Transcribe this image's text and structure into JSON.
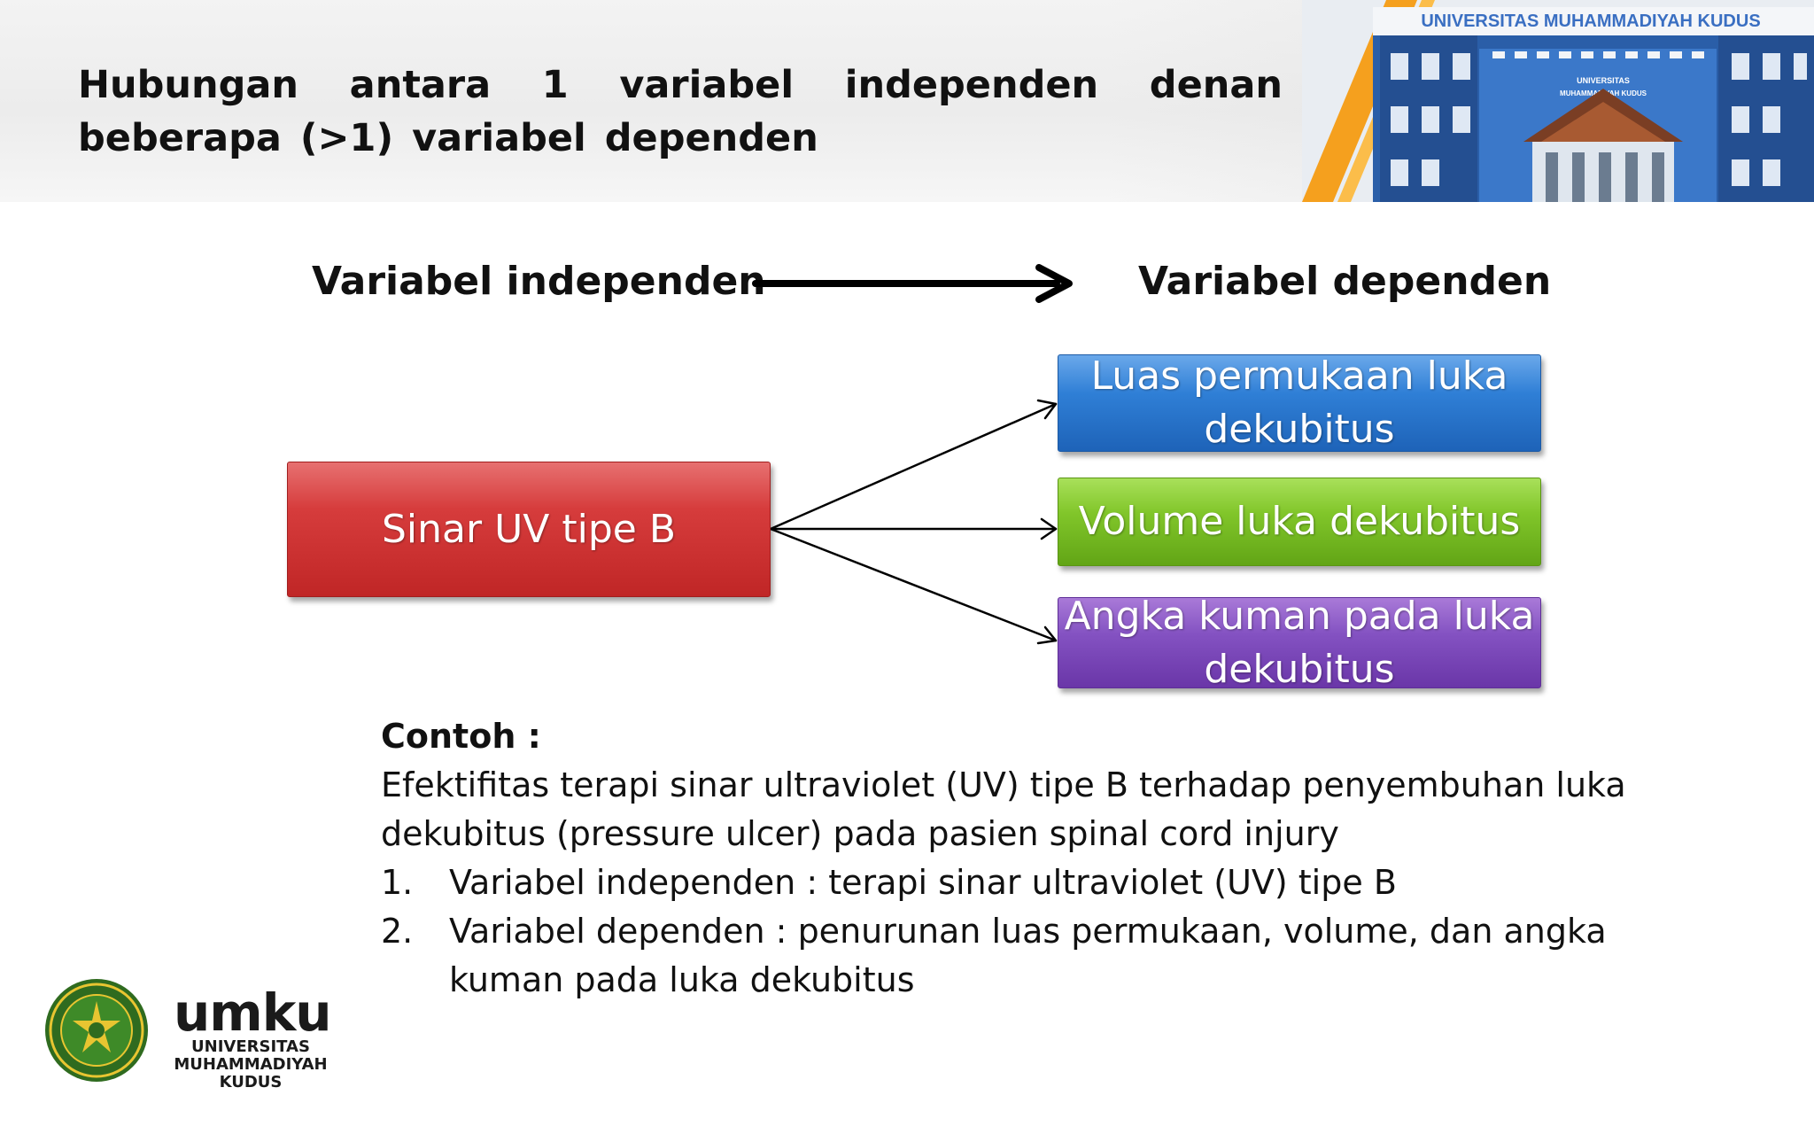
{
  "slide": {
    "title": "Hubungan antara 1 variabel independen denan beberapa (>1) variabel dependen"
  },
  "header_image": {
    "sign_text": "UNIVERSITAS MUHAMMADIYAH KUDUS",
    "facade_text_1": "UNIVERSITAS",
    "facade_text_2": "MUHAMMADIYAH KUDUS"
  },
  "diagram": {
    "independent_heading": "Variabel independen",
    "dependent_heading": "Variabel dependen",
    "independent_box": "Sinar UV tipe B",
    "dependent_boxes": [
      {
        "label": "Luas permukaan luka dekubitus",
        "color": "#2f7fd6"
      },
      {
        "label": "Volume luka dekubitus",
        "color": "#81c62a"
      },
      {
        "label": "Angka kuman pada luka dekubitus",
        "color": "#8452c2"
      }
    ],
    "independent_color": "#d63c3c"
  },
  "example": {
    "label": "Contoh :",
    "text": "Efektifitas terapi sinar ultraviolet (UV) tipe B terhadap penyembuhan luka dekubitus (pressure ulcer) pada pasien spinal cord injury",
    "items": [
      {
        "number": "1.",
        "text": "Variabel independen : terapi sinar ultraviolet (UV) tipe B"
      },
      {
        "number": "2.",
        "text": "Variabel dependen : penurunan luas permukaan, volume, dan angka kuman pada luka dekubitus"
      }
    ]
  },
  "logo": {
    "wordmark": "umku",
    "line1": "UNIVERSITAS",
    "line2": "MUHAMMADIYAH",
    "line3": "KUDUS"
  }
}
